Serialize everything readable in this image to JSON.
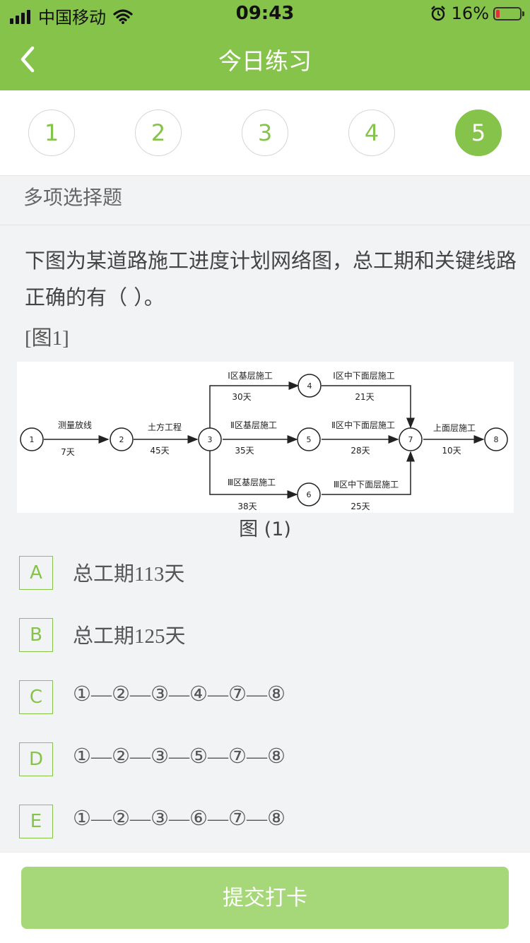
{
  "status_bar": {
    "carrier": "中国移动",
    "time": "09:43",
    "battery": "16%"
  },
  "nav": {
    "title": "今日练习"
  },
  "steps": [
    "1",
    "2",
    "3",
    "4",
    "5"
  ],
  "question_type": "多项选择题",
  "question": {
    "text": "下图为某道路施工进度计划网络图，总工期和关键线路正确的有（   ）。",
    "figure_ref": "[图1]",
    "caption": "图 (1)"
  },
  "diagram": {
    "nodes": [
      "1",
      "2",
      "3",
      "4",
      "5",
      "6",
      "7",
      "8"
    ],
    "activities": [
      {
        "name": "测量放线",
        "duration": "7天"
      },
      {
        "name": "土方工程",
        "duration": "45天"
      },
      {
        "name": "Ⅰ区基层施工",
        "duration": "30天"
      },
      {
        "name": "Ⅱ区基层施工",
        "duration": "35天"
      },
      {
        "name": "Ⅲ区基层施工",
        "duration": "38天"
      },
      {
        "name": "Ⅰ区中下面层施工",
        "duration": "21天"
      },
      {
        "name": "Ⅱ区中下面层施工",
        "duration": "28天"
      },
      {
        "name": "Ⅲ区中下面层施工",
        "duration": "25天"
      },
      {
        "name": "上面层施工",
        "duration": "10天"
      }
    ]
  },
  "options": [
    {
      "letter": "A",
      "text": "总工期113天"
    },
    {
      "letter": "B",
      "text": "总工期125天"
    },
    {
      "letter": "C",
      "text": "①—②—③—④—⑦—⑧"
    },
    {
      "letter": "D",
      "text": "①—②—③—⑤—⑦—⑧"
    },
    {
      "letter": "E",
      "text": "①—②—③—⑥—⑦—⑧"
    }
  ],
  "submit_label": "提交打卡",
  "colors": {
    "accent": "#86c34a",
    "button": "#a6d87a",
    "battery_low": "#e0303a"
  }
}
